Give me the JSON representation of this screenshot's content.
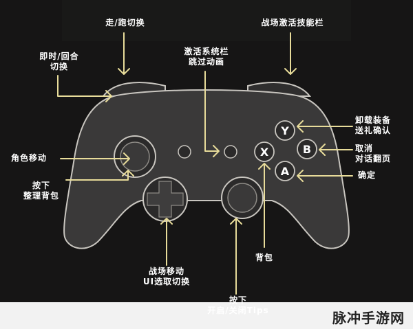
{
  "labels": {
    "walk_run": "走/跑切换",
    "realtime_turn": "即时/回合\n切换",
    "system_bar": "激活系统栏\n跳过动画",
    "battle_skill_bar": "战场激活技能栏",
    "unequip": "卸载装备\n送礼确认",
    "cancel": "取消\n对话翻页",
    "confirm": "确定",
    "move_char": "角色移动",
    "press_organize": "按下\n整理背包",
    "battle_move": "战场移动\nUI选取切换",
    "backpack": "背包",
    "press_tips": "按下\n开启/关闭Tips"
  },
  "buttons": {
    "y": "Y",
    "x": "X",
    "b": "B",
    "a": "A"
  },
  "watermark": "脉冲手游网",
  "colors": {
    "arrow": "#e8dc9a",
    "controller_fill": "#3a3939",
    "controller_stroke": "#c9c6c0",
    "background": "#161515"
  }
}
